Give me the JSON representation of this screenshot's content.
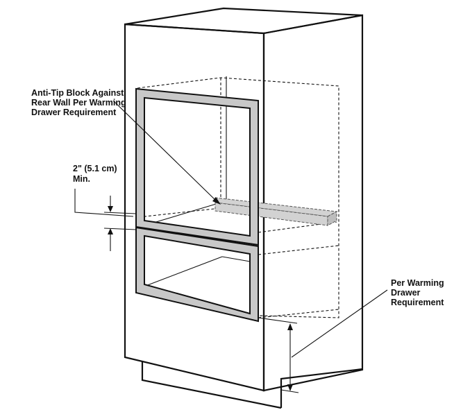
{
  "callouts": {
    "anti_tip": {
      "lines": [
        "Anti-Tip Block Against",
        "Rear Wall Per Warming",
        "Drawer Requirement"
      ]
    },
    "gap": {
      "lines": [
        "2\" (5.1 cm)",
        "Min."
      ]
    },
    "per_warming": {
      "lines": [
        "Per Warming",
        "Drawer",
        "Requirement"
      ]
    }
  },
  "colors": {
    "line": "#111111",
    "frame_fill": "#c8c8c8",
    "block_fill": "#d2d2d2",
    "background": "#ffffff"
  }
}
